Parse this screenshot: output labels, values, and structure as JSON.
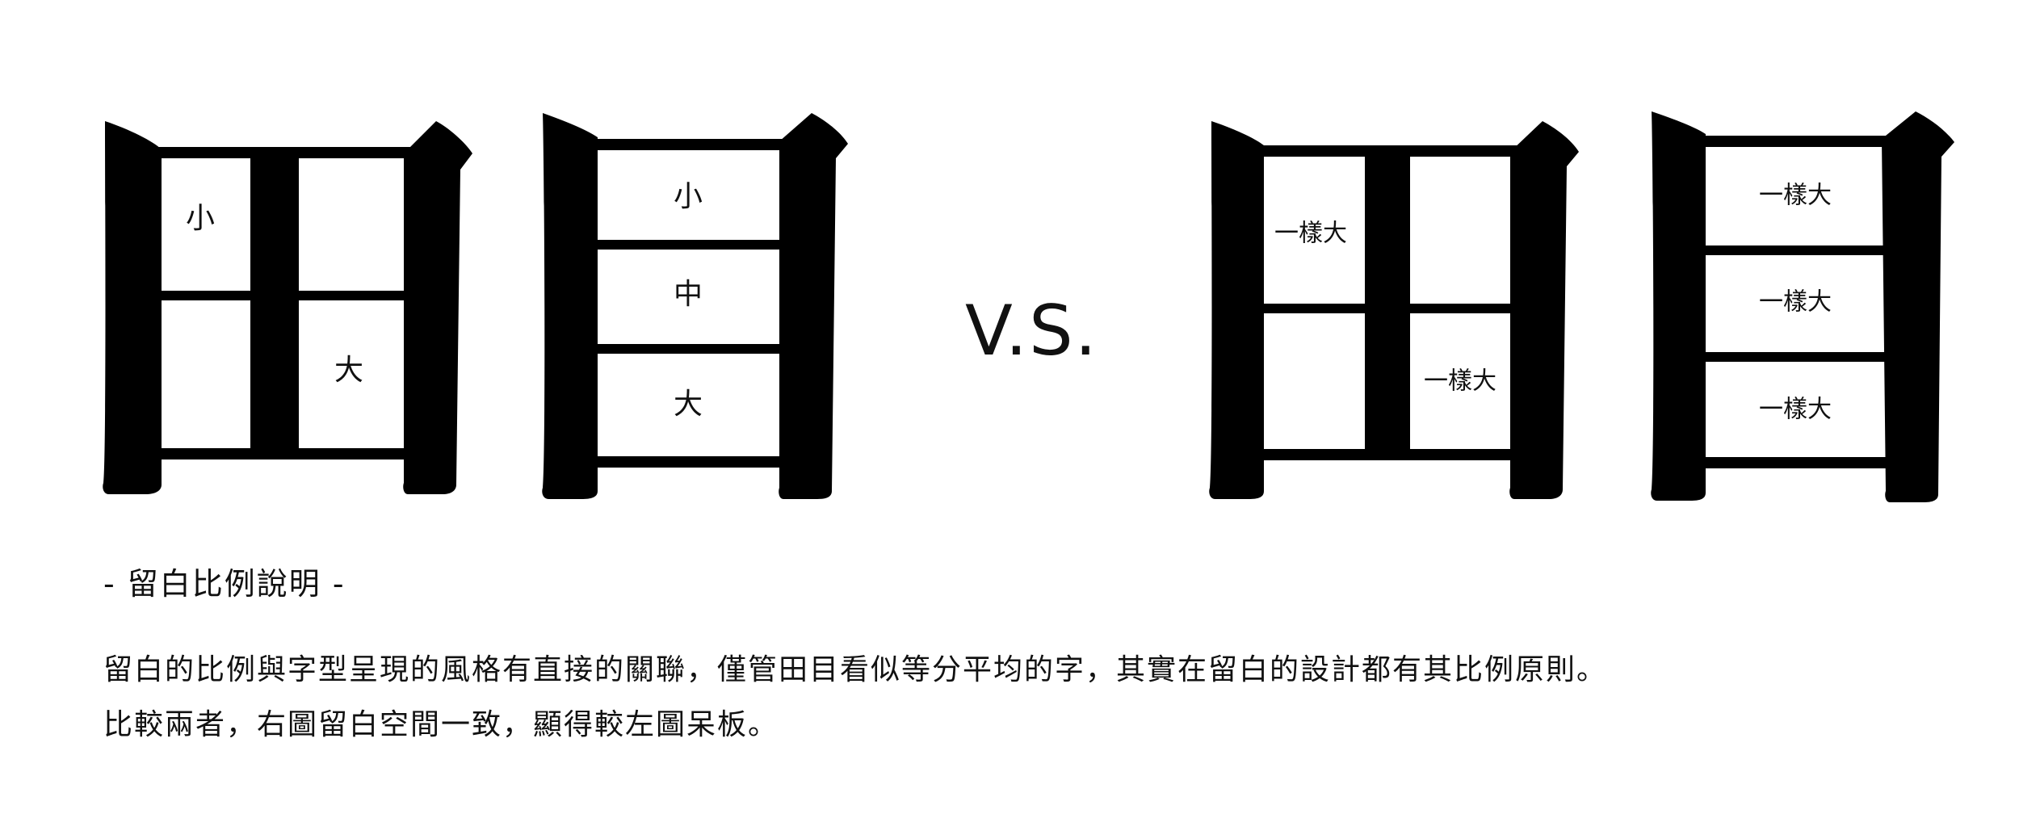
{
  "figures": {
    "tian_uneven": {
      "cells": [
        "小",
        "大"
      ]
    },
    "mu_uneven": {
      "cells": [
        "小",
        "中",
        "大"
      ]
    },
    "tian_even": {
      "cells": [
        "一樣大",
        "一樣大"
      ]
    },
    "mu_even": {
      "cells": [
        "一樣大",
        "一樣大",
        "一樣大"
      ]
    }
  },
  "vs_label": "V.S.",
  "caption": {
    "title": "- 留白比例說明 -",
    "lines": [
      "留白的比例與字型呈現的風格有直接的關聯，僅管田目看似等分平均的字，其實在留白的設計都有其比例原則。",
      "比較兩者，右圖留白空間一致，顯得較左圖呆板。"
    ]
  }
}
